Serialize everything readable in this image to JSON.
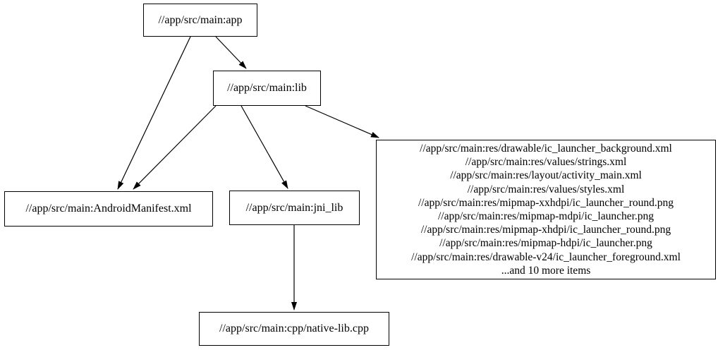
{
  "diagram": {
    "title": "build-dependency-graph",
    "colors": {
      "background": "#ffffff",
      "node_fill": "#ffffff",
      "node_border": "#000000",
      "edge": "#000000",
      "text": "#000000"
    },
    "nodes": {
      "app": {
        "label": "//app/src/main:app"
      },
      "lib": {
        "label": "//app/src/main:lib"
      },
      "manifest": {
        "label": "//app/src/main:AndroidManifest.xml"
      },
      "jni_lib": {
        "label": "//app/src/main:jni_lib"
      },
      "res_group": {
        "lines": [
          "//app/src/main:res/drawable/ic_launcher_background.xml",
          "//app/src/main:res/values/strings.xml",
          "//app/src/main:res/layout/activity_main.xml",
          "//app/src/main:res/values/styles.xml",
          "//app/src/main:res/mipmap-xxhdpi/ic_launcher_round.png",
          "//app/src/main:res/mipmap-mdpi/ic_launcher.png",
          "//app/src/main:res/mipmap-xhdpi/ic_launcher_round.png",
          "//app/src/main:res/mipmap-hdpi/ic_launcher.png",
          "//app/src/main:res/drawable-v24/ic_launcher_foreground.xml",
          "...and 10 more items"
        ]
      },
      "native_cpp": {
        "label": "//app/src/main:cpp/native-lib.cpp"
      }
    },
    "edges": [
      {
        "from": "//app/src/main:app",
        "to": "//app/src/main:AndroidManifest.xml"
      },
      {
        "from": "//app/src/main:app",
        "to": "//app/src/main:lib"
      },
      {
        "from": "//app/src/main:lib",
        "to": "//app/src/main:AndroidManifest.xml"
      },
      {
        "from": "//app/src/main:lib",
        "to": "//app/src/main:jni_lib"
      },
      {
        "from": "//app/src/main:lib",
        "to": "res_group"
      },
      {
        "from": "//app/src/main:jni_lib",
        "to": "//app/src/main:cpp/native-lib.cpp"
      }
    ]
  }
}
